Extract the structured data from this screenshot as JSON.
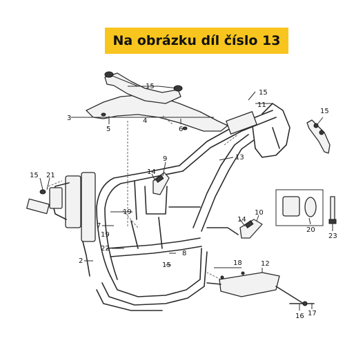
{
  "banner": {
    "text": "Na obrázku díl číslo 13",
    "color": "#f7c51e"
  },
  "callouts": [
    "15",
    "11",
    "15",
    "3",
    "4",
    "5",
    "6",
    "9",
    "13",
    "14",
    "21",
    "15",
    "19",
    "7",
    "22",
    "2",
    "15",
    "8",
    "10",
    "14",
    "20",
    "23",
    "18",
    "12",
    "16",
    "17"
  ]
}
